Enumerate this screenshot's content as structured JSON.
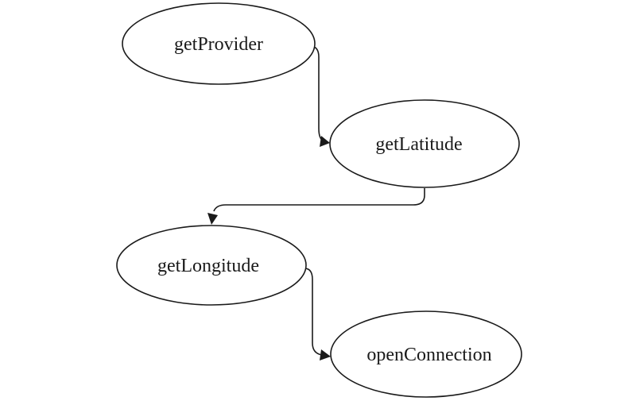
{
  "diagram": {
    "nodes": [
      {
        "id": "getProvider",
        "label": "getProvider"
      },
      {
        "id": "getLatitude",
        "label": "getLatitude"
      },
      {
        "id": "getLongitude",
        "label": "getLongitude"
      },
      {
        "id": "openConnection",
        "label": "openConnection"
      }
    ],
    "edges": [
      {
        "from": "getProvider",
        "to": "getLatitude"
      },
      {
        "from": "getLatitude",
        "to": "getLongitude"
      },
      {
        "from": "getLongitude",
        "to": "openConnection"
      }
    ]
  }
}
